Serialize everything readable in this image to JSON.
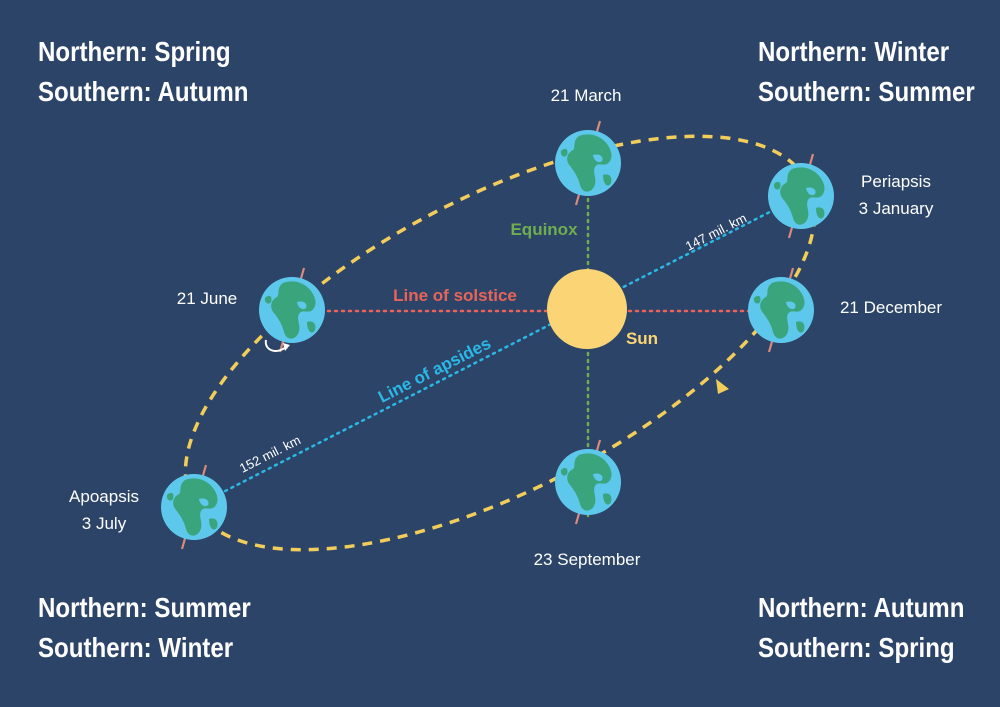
{
  "colors": {
    "background": "#2c4468",
    "orbit": "#f3cd5a",
    "sun": "#fbd575",
    "solstice": "#e8645a",
    "equinox": "#6fae4f",
    "apsides": "#2bb8e6",
    "ocean": "#5ec8ec",
    "land": "#3aa57d",
    "axis": "#d98a7c"
  },
  "seasons": {
    "top_left": {
      "northern": "Northern: Spring",
      "southern": "Southern: Autumn"
    },
    "top_right": {
      "northern": "Northern: Winter",
      "southern": "Southern: Summer"
    },
    "bottom_left": {
      "northern": "Northern: Summer",
      "southern": "Southern: Winter"
    },
    "bottom_right": {
      "northern": "Northern: Autumn",
      "southern": "Southern: Spring"
    }
  },
  "dates": {
    "march": "21 March",
    "june": "21 June",
    "december": "21 December",
    "september": "23 September"
  },
  "perihelion": {
    "title": "Periapsis",
    "date": "3 January",
    "distance": "147 mil. km"
  },
  "aphelion": {
    "title": "Apoapsis",
    "date": "3 July",
    "distance": "152 mil. km"
  },
  "lines": {
    "equinox": "Equinox",
    "solstice": "Line of solstice",
    "apsides": "Line of apsides",
    "sun": "Sun"
  },
  "icons": {
    "earth": "earth-globe-icon",
    "rotation": "rotation-arrow-icon",
    "direction": "orbit-direction-arrow-icon"
  }
}
